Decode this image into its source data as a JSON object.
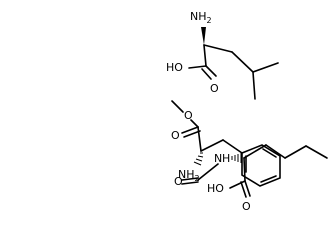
{
  "molecules": [
    {
      "name": "leucine",
      "labels": {
        "amine": "NH2",
        "hydroxyl": "HO",
        "oxo": "O"
      }
    },
    {
      "name": "phenylalanine-methyl-ester",
      "labels": {
        "ether_oxygen": "O",
        "carbonyl_oxygen": "O",
        "amine": "NH2"
      }
    },
    {
      "name": "formyl-norleucine",
      "labels": {
        "amide_nitrogen": "N",
        "amide_hydrogen": "H",
        "formyl_oxygen": "O",
        "hydroxyl": "HO",
        "oxo": "O"
      }
    }
  ]
}
